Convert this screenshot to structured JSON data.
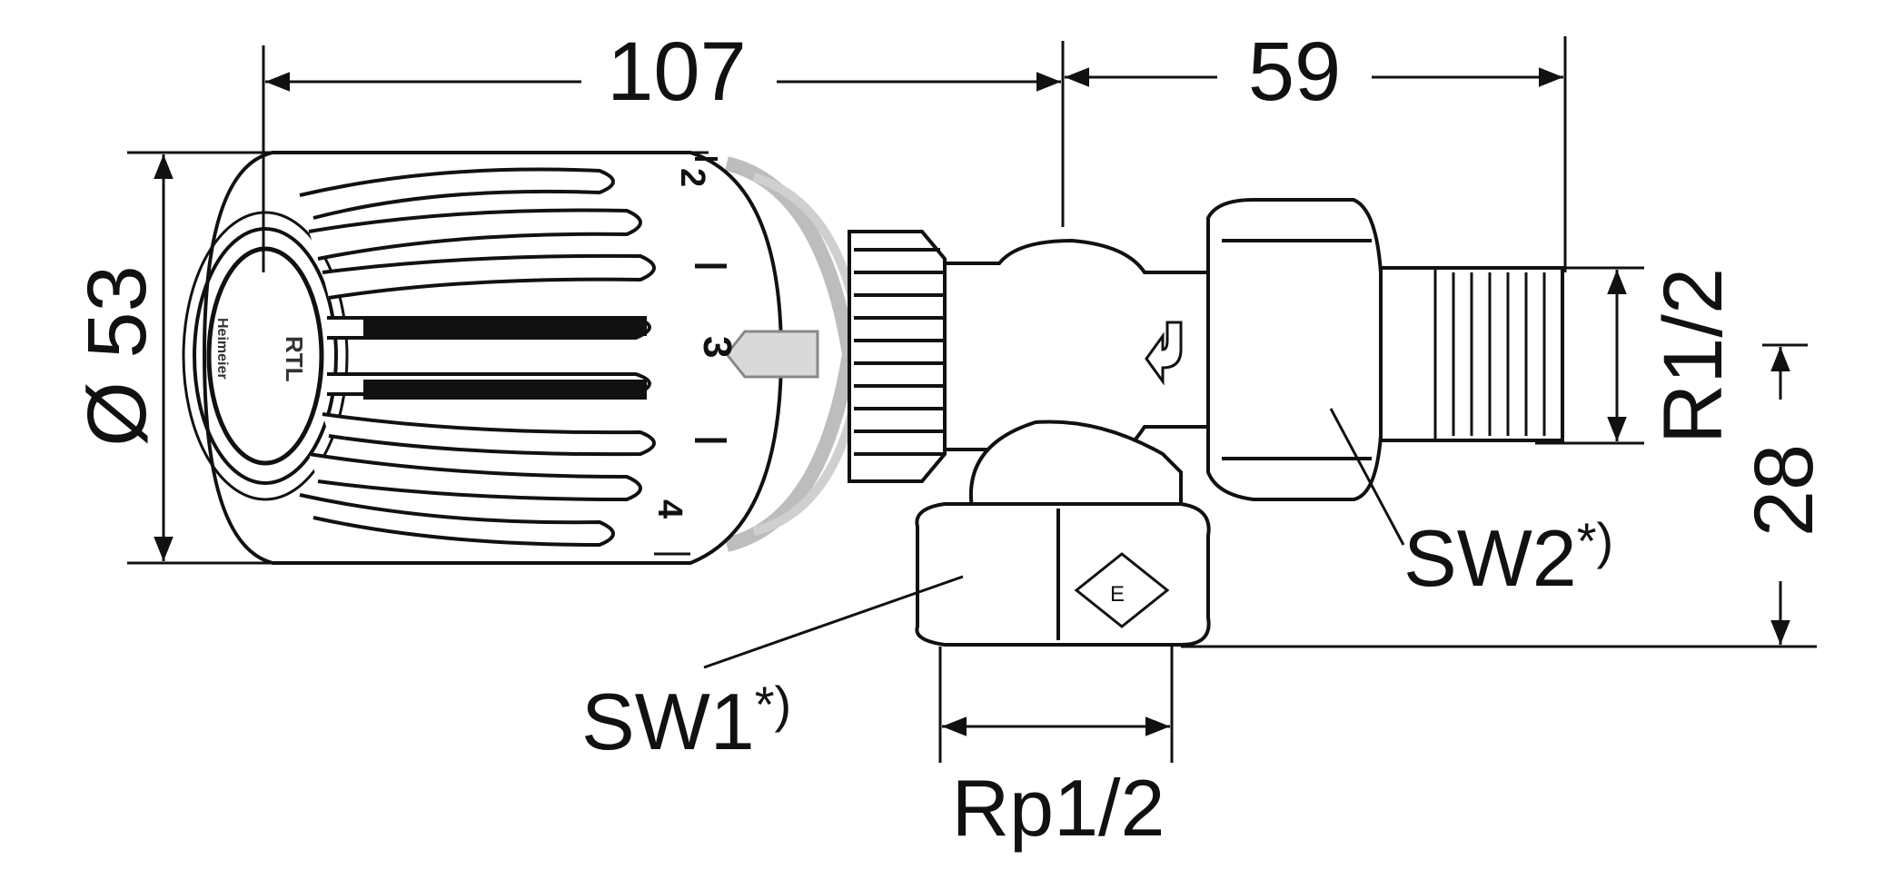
{
  "dimensions": {
    "length_knob": "107",
    "length_valve": "59",
    "diameter": "Ø 53",
    "thread_outlet": "R1/2",
    "offset": "28",
    "thread_inlet": "Rp1/2"
  },
  "wrench_sizes": {
    "sw1": "SW1",
    "sw1_note": "*)",
    "sw2": "SW2",
    "sw2_note": "*)"
  },
  "thermostat": {
    "scale_marks": [
      "2",
      "3",
      "4"
    ],
    "cap_text_1": "RTL",
    "cap_text_2": "Heimeier"
  },
  "colors": {
    "line": "#111111",
    "grey_ring": "#bdbdbd",
    "background": "#ffffff"
  }
}
